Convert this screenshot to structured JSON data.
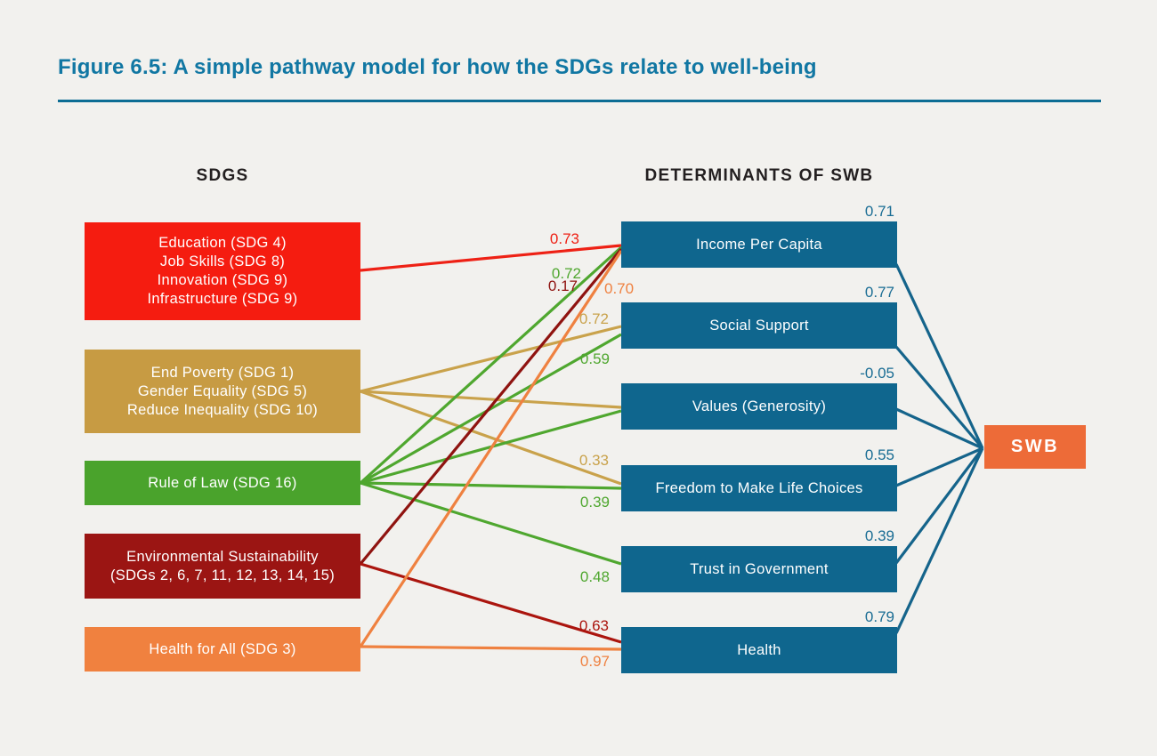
{
  "title": {
    "text": "Figure 6.5: A simple pathway model for how the SDGs relate to well-being"
  },
  "column_headers": {
    "sdgs": "SDGS",
    "determinants": "DETERMINANTS OF SWB"
  },
  "colors": {
    "background": "#f2f1ee",
    "title_text": "#1177a3",
    "title_rule": "#0d6d94",
    "header_text": "#231f20",
    "determinant_box": "#0f668e",
    "determinant_coef_text": "#1a6d94",
    "swb_link_line": "#15648b",
    "swb_box": "#ed6b38"
  },
  "sdg_nodes": [
    {
      "id": "education",
      "color": "#f51c10",
      "lines": [
        "Education (SDG 4)",
        "Job Skills (SDG 8)",
        "Innovation (SDG 9)",
        "Infrastructure (SDG 9)"
      ]
    },
    {
      "id": "poverty",
      "color": "#c79b43",
      "lines": [
        "End Poverty (SDG 1)",
        "Gender Equality (SDG 5)",
        "Reduce Inequality (SDG 10)"
      ]
    },
    {
      "id": "ruleoflaw",
      "color": "#4aa32c",
      "lines": [
        "Rule of Law (SDG 16)"
      ]
    },
    {
      "id": "environment",
      "color": "#9b1513",
      "lines": [
        "Environmental Sustainability",
        "(SDGs 2, 6, 7, 11, 12, 13, 14, 15)"
      ]
    },
    {
      "id": "health_sdg",
      "color": "#f0813f",
      "lines": [
        "Health for All (SDG 3)"
      ]
    }
  ],
  "determinant_nodes": [
    {
      "id": "income",
      "label": "Income Per Capita",
      "coef_to_swb": "0.71"
    },
    {
      "id": "social",
      "label": "Social Support",
      "coef_to_swb": "0.77"
    },
    {
      "id": "values",
      "label": "Values (Generosity)",
      "coef_to_swb": "-0.05"
    },
    {
      "id": "freedom",
      "label": "Freedom to Make Life Choices",
      "coef_to_swb": "0.55"
    },
    {
      "id": "trust",
      "label": "Trust in Government",
      "coef_to_swb": "0.39"
    },
    {
      "id": "health",
      "label": "Health",
      "coef_to_swb": "0.79"
    }
  ],
  "swb_node": {
    "label": "SWB"
  },
  "edges": [
    {
      "from": "education",
      "to": "income",
      "coef": "0.73",
      "color": "#ee2115"
    },
    {
      "from": "poverty",
      "to": "social",
      "coef": "0.72",
      "color": "#c9a24b"
    },
    {
      "from": "poverty",
      "to": "values",
      "coef": null,
      "color": "#c9a24b"
    },
    {
      "from": "poverty",
      "to": "freedom",
      "coef": "0.33",
      "color": "#c9a24b"
    },
    {
      "from": "ruleoflaw",
      "to": "income",
      "coef": "0.72",
      "color": "#4fa72f"
    },
    {
      "from": "ruleoflaw",
      "to": "social",
      "coef": "0.59",
      "color": "#4fa72f"
    },
    {
      "from": "ruleoflaw",
      "to": "values",
      "coef": null,
      "color": "#4fa72f"
    },
    {
      "from": "ruleoflaw",
      "to": "freedom",
      "coef": "0.39",
      "color": "#4fa72f"
    },
    {
      "from": "ruleoflaw",
      "to": "trust",
      "coef": "0.48",
      "color": "#4fa72f"
    },
    {
      "from": "environment",
      "to": "income",
      "coef": "0.17",
      "color": "#8f1310"
    },
    {
      "from": "environment",
      "to": "health",
      "coef": "0.63",
      "color": "#ab150e"
    },
    {
      "from": "health_sdg",
      "to": "income",
      "coef": "0.70",
      "color": "#ef8140"
    },
    {
      "from": "health_sdg",
      "to": "health",
      "coef": "0.97",
      "color": "#ef8140"
    }
  ]
}
